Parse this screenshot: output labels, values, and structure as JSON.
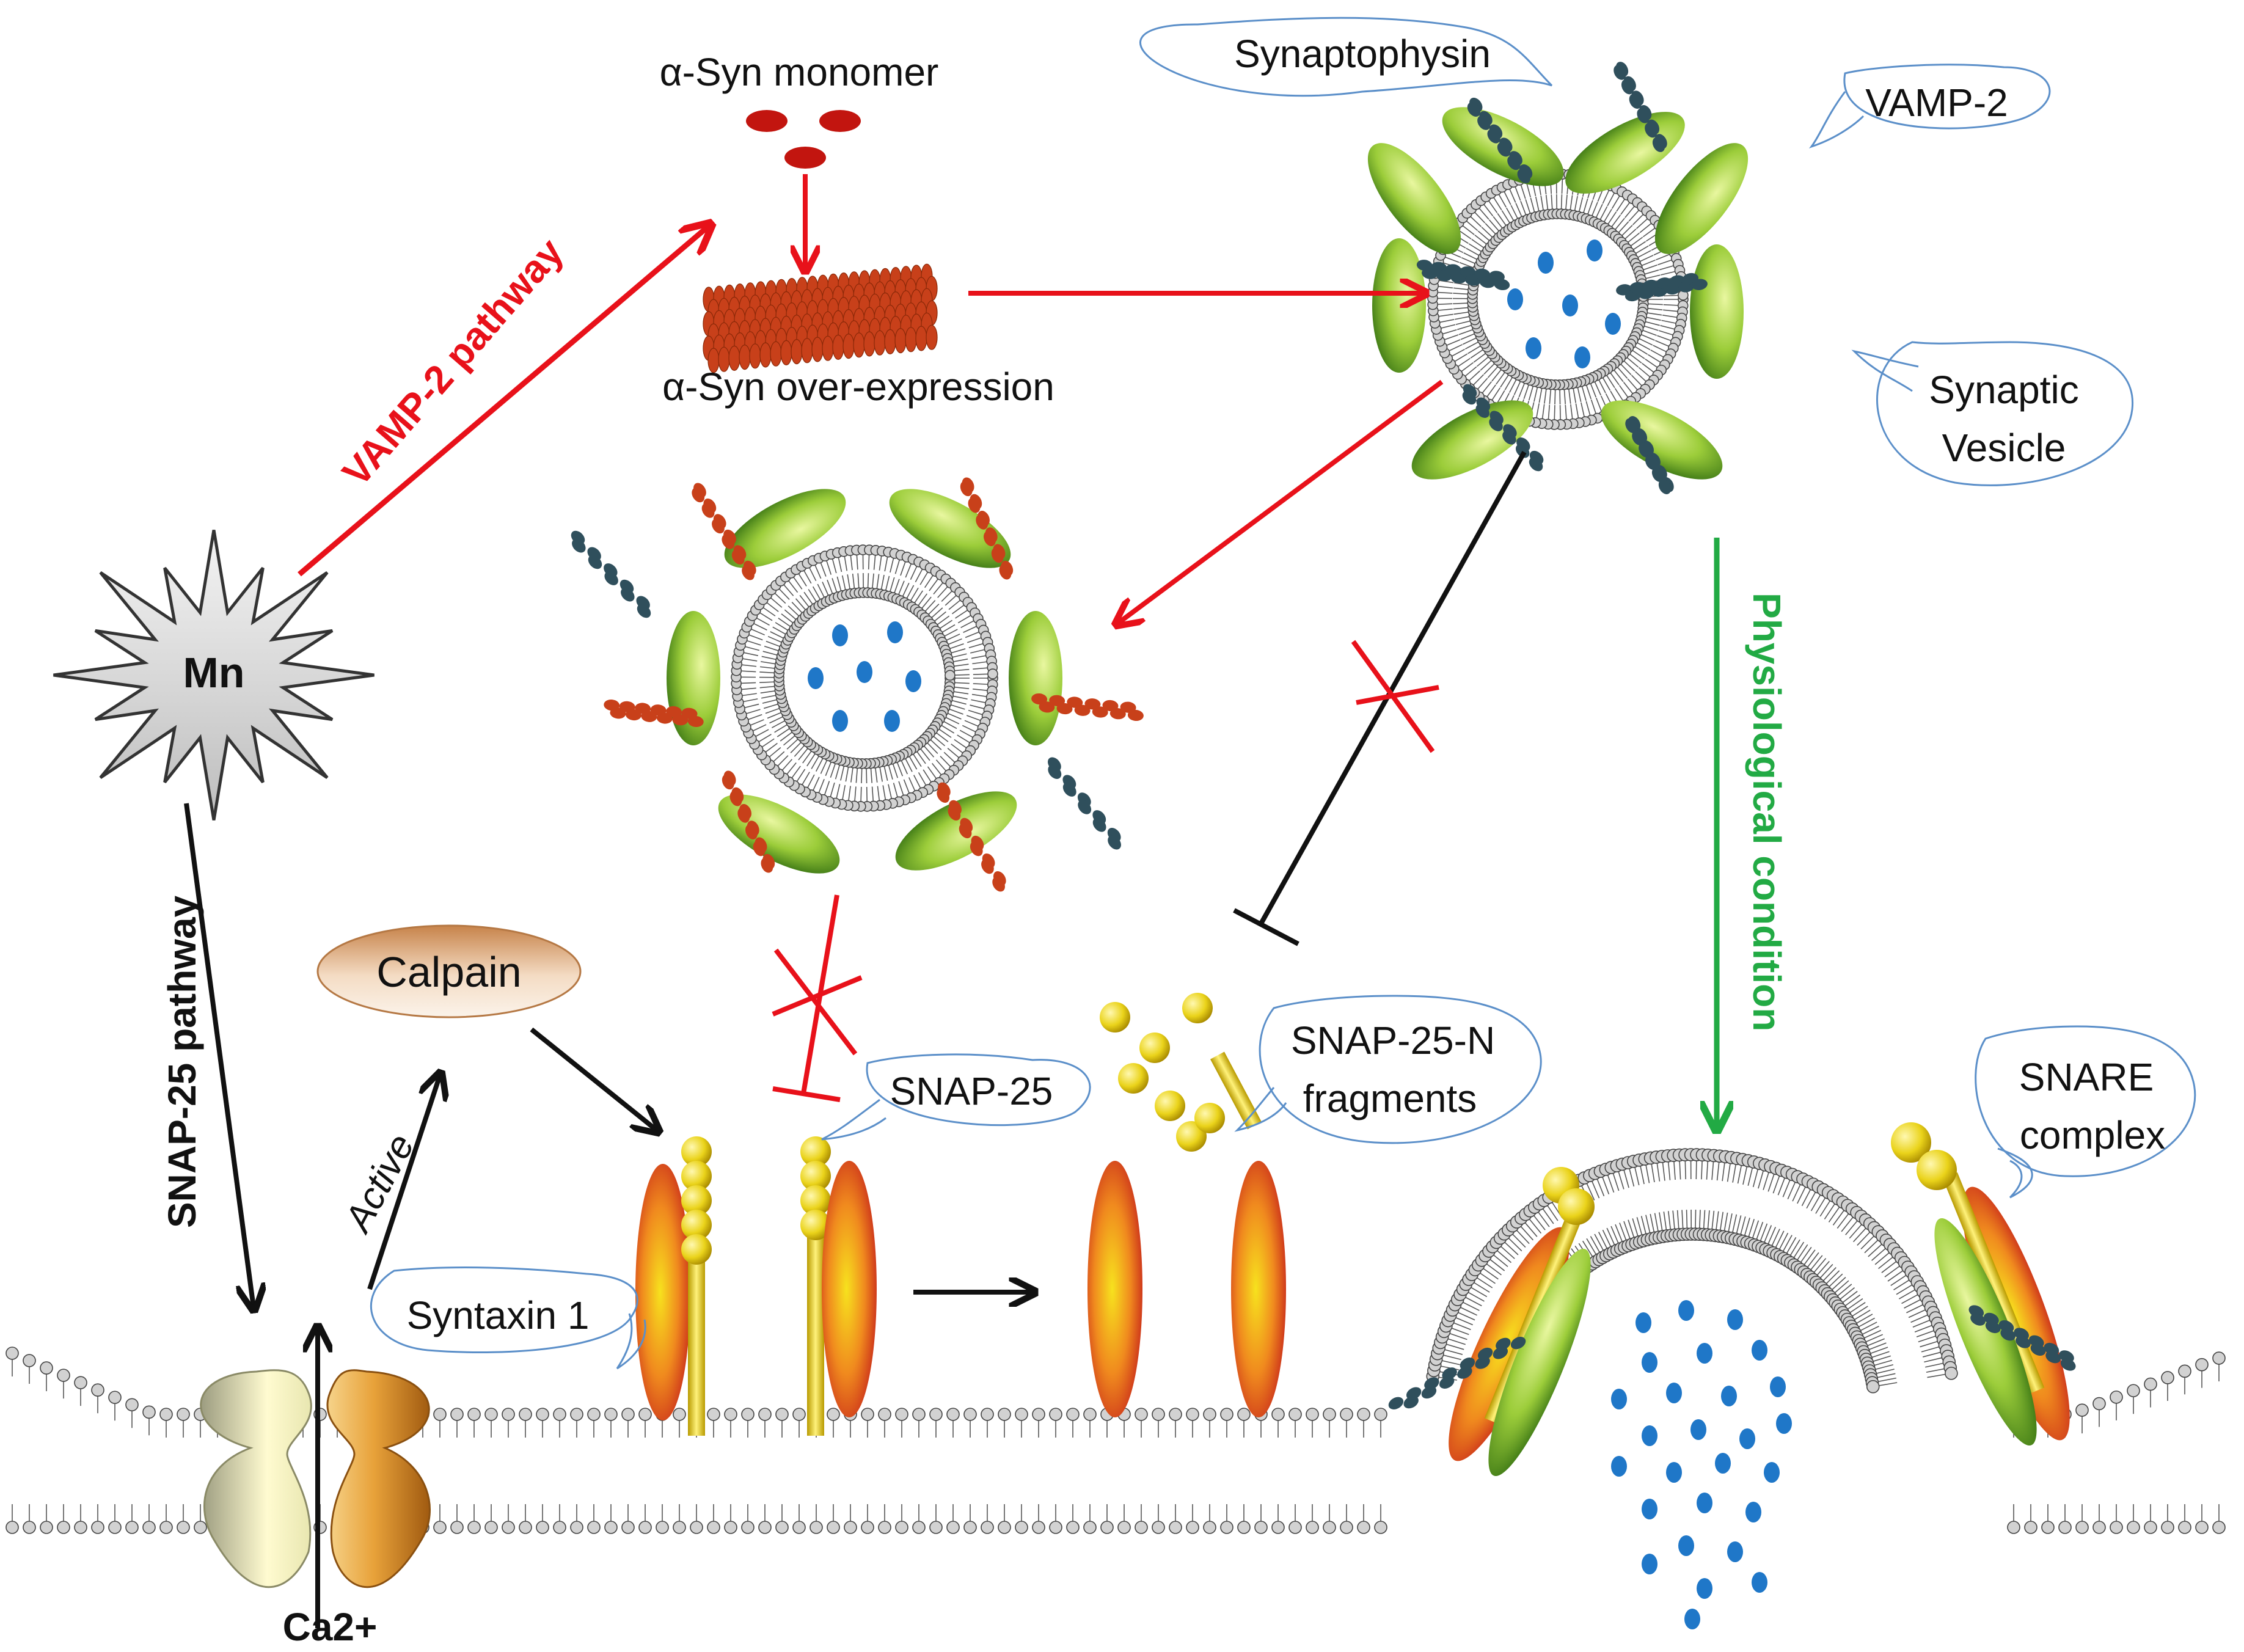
{
  "labels": {
    "asyn_monomer": "α-Syn monomer",
    "asyn_overexpression": "α-Syn over-expression",
    "synaptophysin": "Synaptophysin",
    "vamp2": "VAMP-2",
    "synaptic_vesicle_line1": "Synaptic",
    "synaptic_vesicle_line2": "Vesicle",
    "vamp2_pathway": "VAMP-2 pathway",
    "snap25_pathway": "SNAP-25 pathway",
    "physiological_condition": "Physiological condition",
    "mn": "Mn",
    "calpain": "Calpain",
    "active": "Active",
    "snap25": "SNAP-25",
    "snap25n_line1": "SNAP-25-N",
    "snap25n_line2": "fragments",
    "snare_line1": "SNARE",
    "snare_line2": "complex",
    "syntaxin1": "Syntaxin 1",
    "ca2": "Ca2+"
  },
  "colors": {
    "red_arrow": "#e8111a",
    "black_arrow": "#111111",
    "green_arrow": "#22aa44",
    "vesicle_cargo": "#1f77c8",
    "synaptophysin_green": "#8cc63f",
    "vamp_dark": "#2f4f5c",
    "asyn_red": "#c8401a",
    "syntaxin_orange": "#e2611a",
    "snap_yellow": "#e9d21a"
  }
}
